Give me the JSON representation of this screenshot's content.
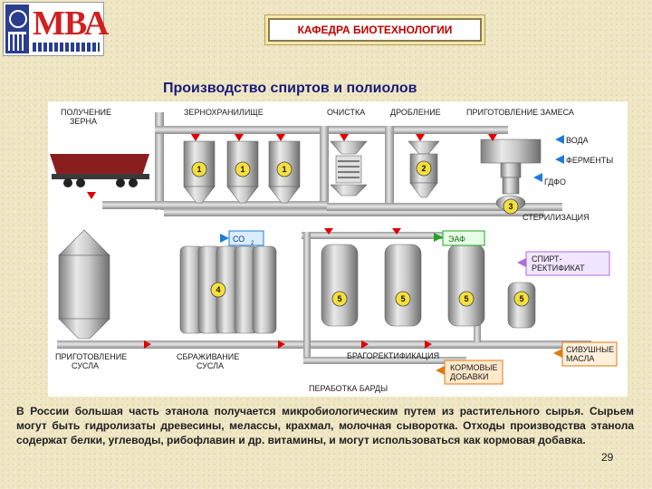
{
  "header": {
    "logo_text": "МВА",
    "department": "КАФЕДРА БИОТЕХНОЛОГИИ"
  },
  "title": "Производство спиртов и полиолов",
  "diagram": {
    "stages": {
      "grain_receipt": [
        "ПОЛУЧЕНИЕ",
        "ЗЕРНА"
      ],
      "granary": "ЗЕРНОХРАНИЛИЩЕ",
      "cleaning": "ОЧИСТКА",
      "crushing": "ДРОБЛЕНИЕ",
      "mash_prep": "ПРИГОТОВЛЕНИЕ ЗАМЕСА",
      "sterilization": "СТЕРИЛИЗАЦИЯ",
      "wort_prep": [
        "ПРИГОТОВЛЕНИЕ",
        "СУСЛА"
      ],
      "fermentation": [
        "СБРАЖИВАНИЕ",
        "СУСЛА"
      ],
      "rectification": "БРАГОРЕКТИФИКАЦИЯ",
      "stillage": "ПЕРАБОТКА БАРДЫ"
    },
    "inputs": {
      "water": "ВОДА",
      "enzymes": "ФЕРМЕНТЫ",
      "gdfo": "ГДФО"
    },
    "outputs": {
      "co2": "СО",
      "co2_sub": "2",
      "eaf": "ЭАФ",
      "spirit": [
        "СПИРТ-",
        "РЕКТИФИКАТ"
      ],
      "fusel": [
        "СИВУШНЫЕ",
        "МАСЛА"
      ],
      "feed": [
        "КОРМОВЫЕ",
        "ДОБАВКИ"
      ]
    },
    "badges": {
      "granary": "1",
      "crushing": "2",
      "mash": "3",
      "fermenter": "4",
      "column": "5"
    }
  },
  "paragraph": "В России большая часть этанола получается микробиологическим путем из растительного сырья. Сырьем могут быть гидролизаты древесины, мелассы, крахмал, молочная сыворотка. Отходы производства этанола содержат белки, углеводы, рибофлавин и др. витамины, и могут использоваться как кормовая добавка.",
  "page_number": "29",
  "colors": {
    "department_text": "#c00000",
    "title_text": "#1a1a7a",
    "arrow_red": "#e00000",
    "arrow_blue": "#1e7cd8",
    "arrow_green": "#1fa51f",
    "arrow_purple": "#b46ad8",
    "arrow_orange": "#e07a10",
    "badge_yellow": "#f5df3c"
  }
}
